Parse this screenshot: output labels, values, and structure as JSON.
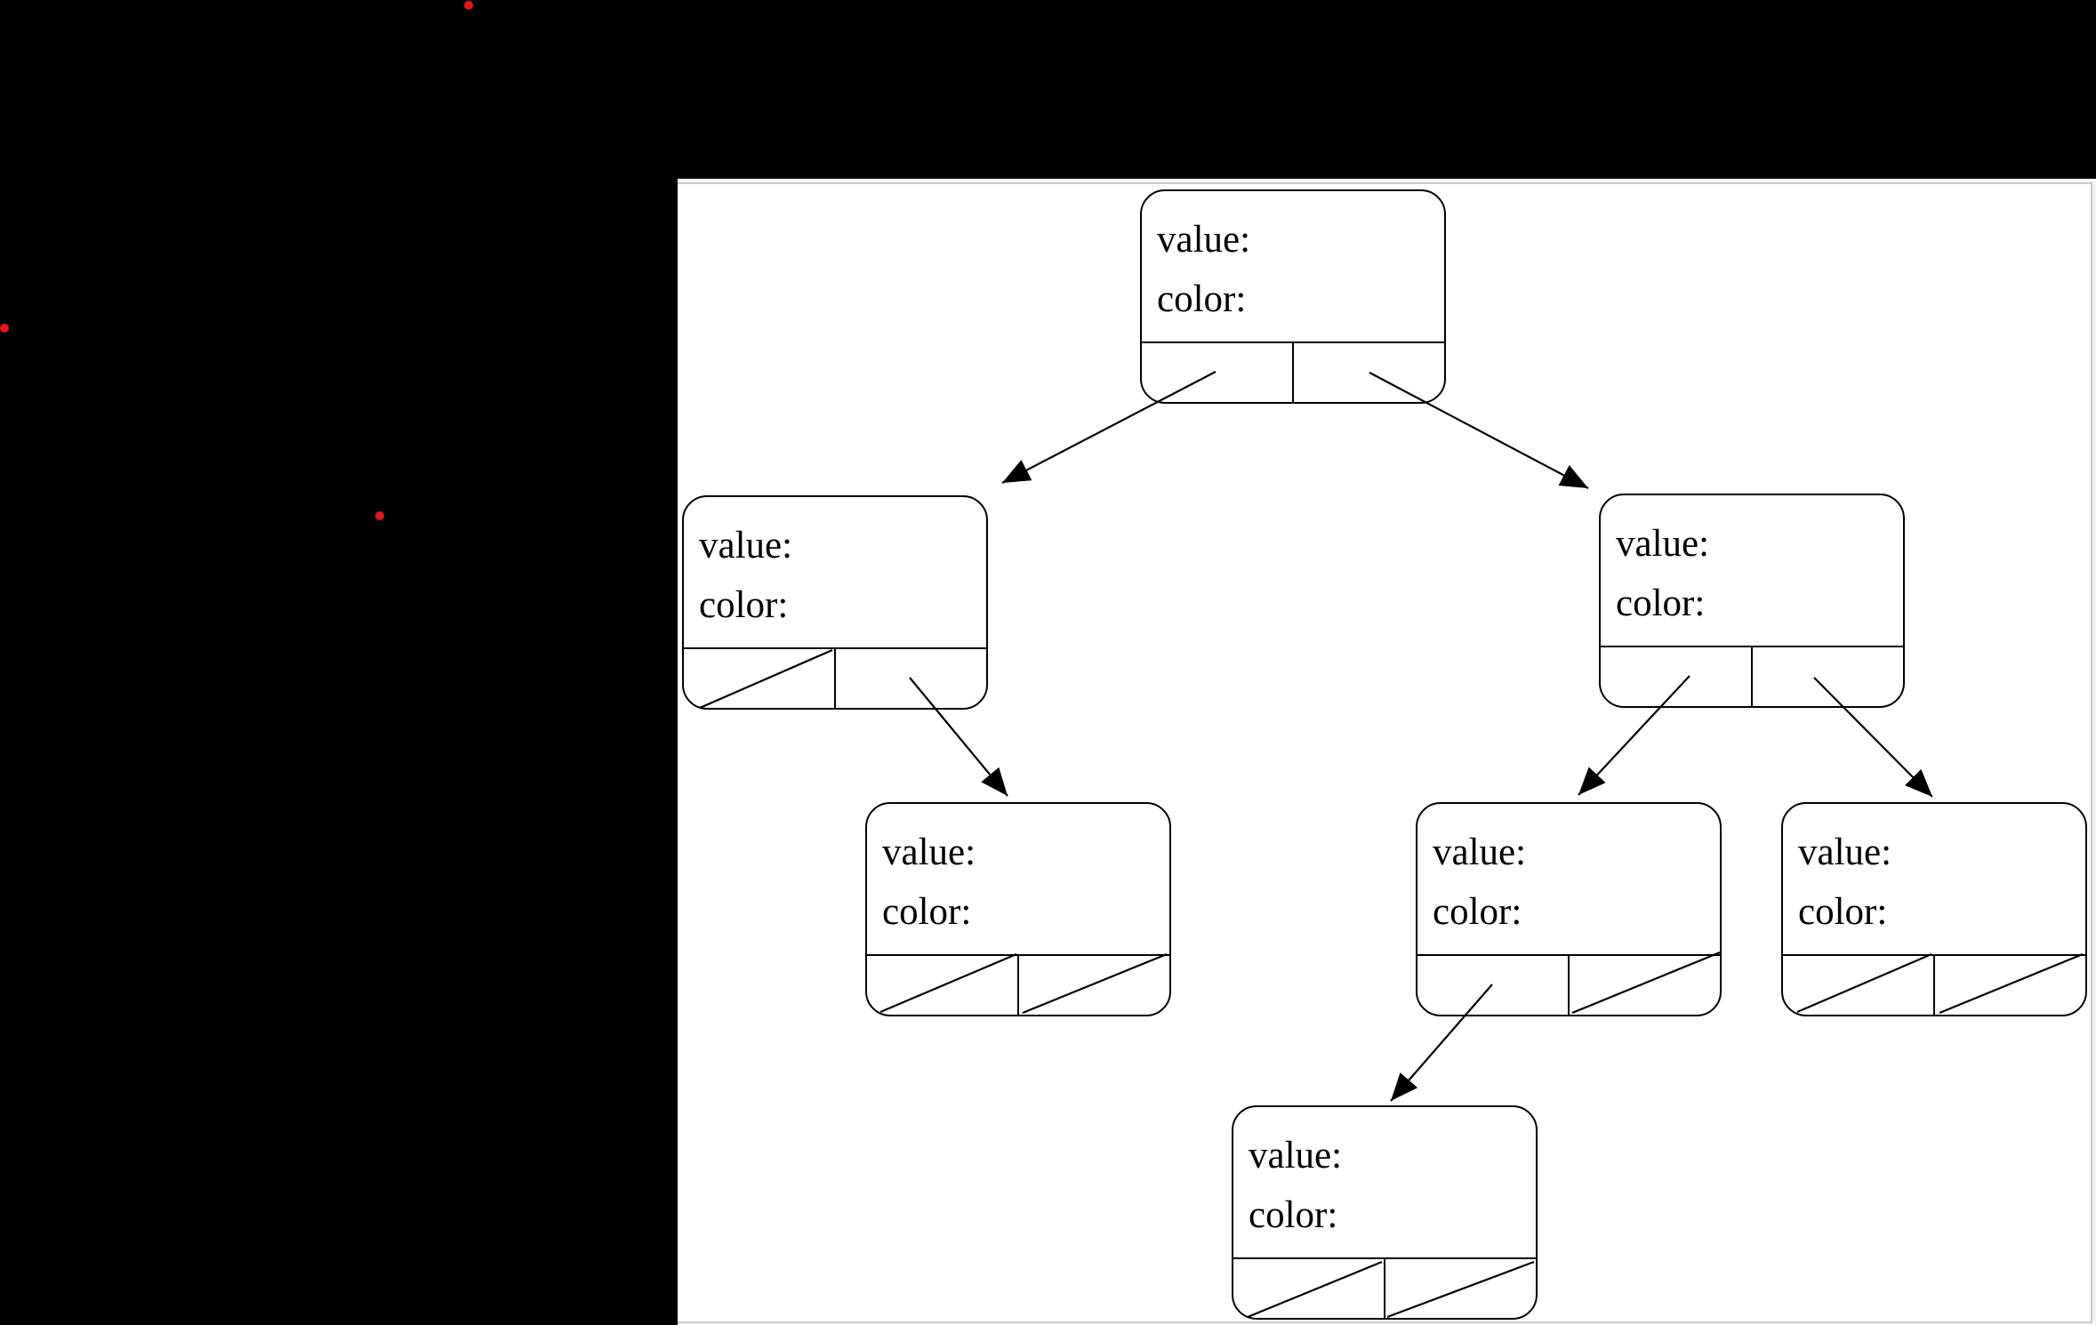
{
  "scene": {
    "background_color": "#000000",
    "window": {
      "background": "#ffffff",
      "frame_line_color": "#c9c9c9",
      "frame_strip_color": "#f6f6f6"
    },
    "red_dots": {
      "count": 3,
      "color": "#e8151a"
    }
  },
  "tree": {
    "type": "binary-tree-diagram",
    "description": "Tree of empty record nodes; each node shows a value field, a color field and two child-pointer cells; a diagonal slash in a cell marks a null pointer",
    "nodes": [
      {
        "id": "root",
        "value_label": "value:",
        "color_label": "color:",
        "left_child": "left-child",
        "right_child": "right-child"
      },
      {
        "id": "left-child",
        "value_label": "value:",
        "color_label": "color:",
        "left_child": null,
        "right_child": "left-right-grandchild"
      },
      {
        "id": "right-child",
        "value_label": "value:",
        "color_label": "color:",
        "left_child": "right-left-grandchild",
        "right_child": "right-right-grandchild"
      },
      {
        "id": "left-right-grandchild",
        "value_label": "value:",
        "color_label": "color:",
        "left_child": null,
        "right_child": null
      },
      {
        "id": "right-left-grandchild",
        "value_label": "value:",
        "color_label": "color:",
        "left_child": "bottom-node",
        "right_child": null
      },
      {
        "id": "right-right-grandchild",
        "value_label": "value:",
        "color_label": "color:",
        "left_child": null,
        "right_child": null
      },
      {
        "id": "bottom-node",
        "value_label": "value:",
        "color_label": "color:",
        "left_child": null,
        "right_child": null
      }
    ]
  }
}
